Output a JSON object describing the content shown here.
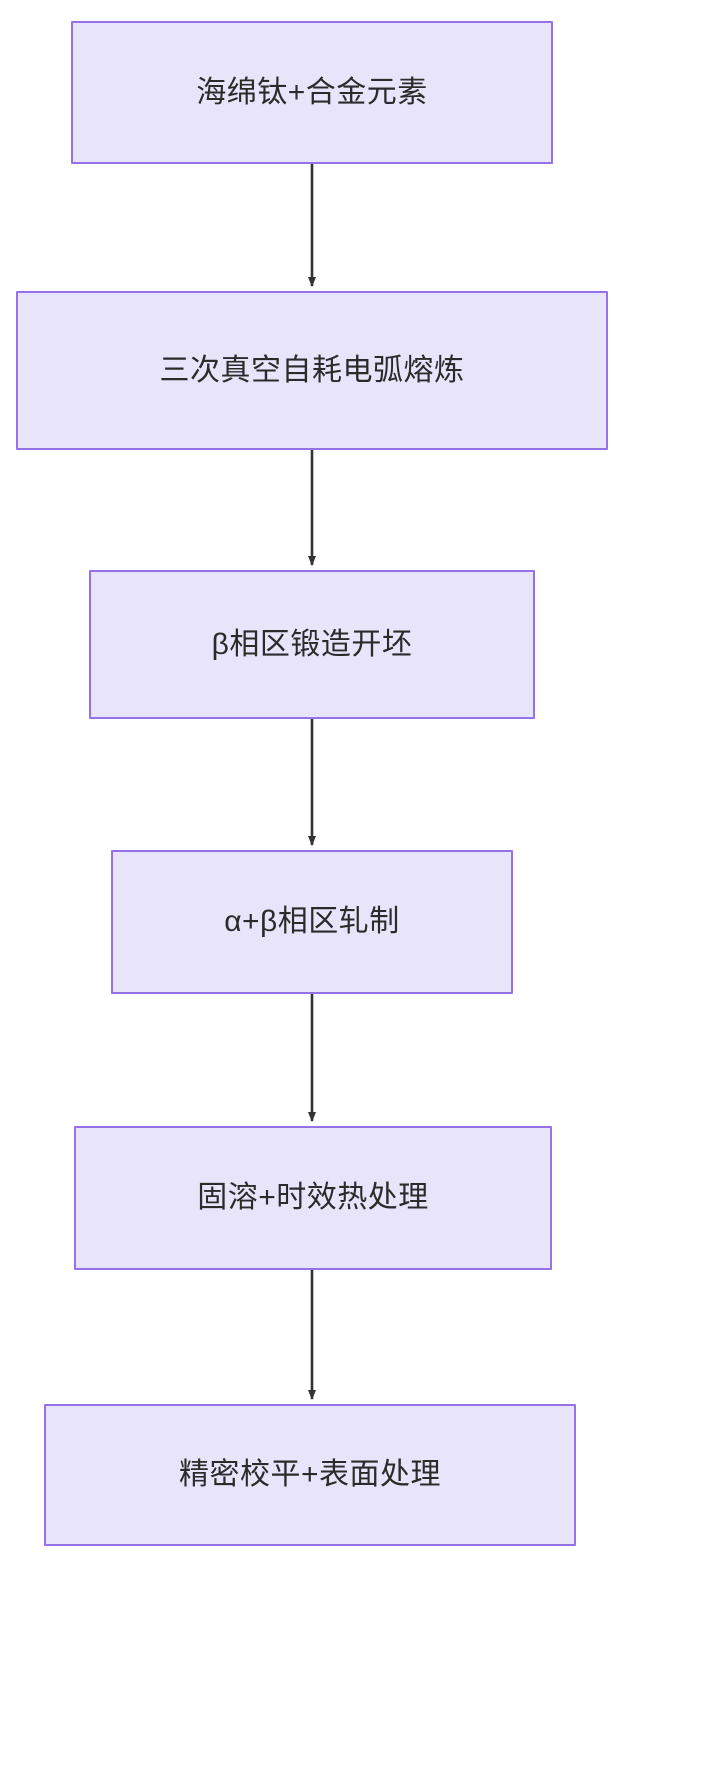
{
  "diagram": {
    "type": "flowchart",
    "orientation": "top-to-bottom",
    "title": "",
    "colors": {
      "node_fill": "#e8e5fb",
      "node_border": "#9771e8",
      "node_text": "#2b2b2b",
      "edge_stroke": "#333333",
      "background": "#ffffff"
    },
    "nodes": [
      {
        "id": "n0",
        "label": "海绵钛+合金元素",
        "step": 1
      },
      {
        "id": "n1",
        "label": "三次真空自耗电弧熔炼",
        "step": 2
      },
      {
        "id": "n2",
        "label": "β相区锻造开坯",
        "step": 3
      },
      {
        "id": "n3",
        "label": "α+β相区轧制",
        "step": 4
      },
      {
        "id": "n4",
        "label": "固溶+时效热处理",
        "step": 5
      },
      {
        "id": "n5",
        "label": "精密校平+表面处理",
        "step": 6
      }
    ],
    "edges": [
      {
        "from": "n0",
        "to": "n1",
        "label": "",
        "arrow": "filled-triangle"
      },
      {
        "from": "n1",
        "to": "n2",
        "label": "",
        "arrow": "filled-triangle"
      },
      {
        "from": "n2",
        "to": "n3",
        "label": "",
        "arrow": "filled-triangle"
      },
      {
        "from": "n3",
        "to": "n4",
        "label": "",
        "arrow": "filled-triangle"
      },
      {
        "from": "n4",
        "to": "n5",
        "label": "",
        "arrow": "filled-triangle"
      }
    ]
  }
}
